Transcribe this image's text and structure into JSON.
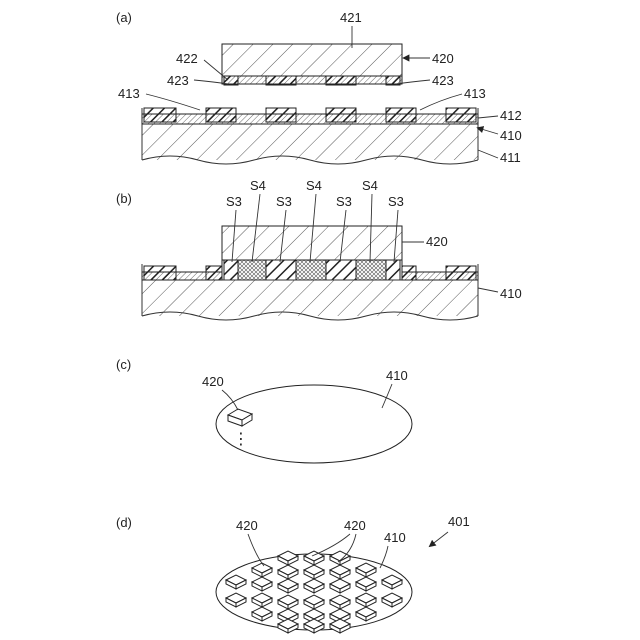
{
  "figure": {
    "panels": [
      {
        "id": "a",
        "label": "(a)",
        "texts": {
          "r421": "421",
          "r420": "420",
          "r422": "422",
          "r423_left": "423",
          "r423_right": "423",
          "r413_left": "413",
          "r413_right": "413",
          "r412": "412",
          "r410": "410",
          "r411": "411"
        }
      },
      {
        "id": "b",
        "label": "(b)",
        "texts": {
          "s3_1": "S3",
          "s4_1": "S4",
          "s3_2": "S3",
          "s4_2": "S4",
          "s3_3": "S3",
          "s4_3": "S4",
          "s3_4": "S3",
          "r420": "420",
          "r410": "410"
        }
      },
      {
        "id": "c",
        "label": "(c)",
        "texts": {
          "r420": "420",
          "r410": "410",
          "ellipsis": "⋮"
        }
      },
      {
        "id": "d",
        "label": "(d)",
        "texts": {
          "r420_left": "420",
          "r420_right": "420",
          "r410": "410",
          "r401": "401"
        }
      }
    ]
  },
  "icons": {
    "chip": "chip-die-icon",
    "arrow": "arrow-icon"
  }
}
